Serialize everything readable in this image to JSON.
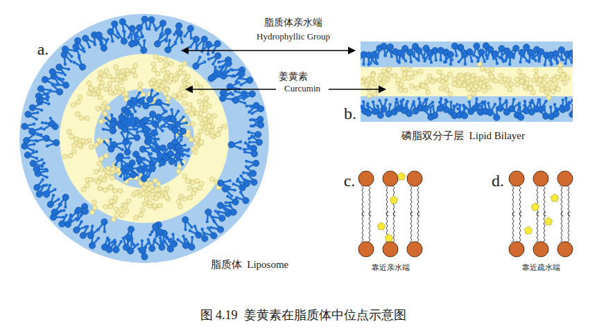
{
  "diagram": {
    "caption": "图 4.19  姜黄素在脂质体中位点示意图",
    "labels": [
      "a.",
      "脂质体亲水端",
      "Hydrophyllic Group",
      "姜黄素",
      "Curcumin",
      "b.",
      "磷脂双分子层  Lipid Bilayer",
      "脂质体  Liposome",
      "c.",
      "d.",
      "靠近亲水端",
      "靠近疏水端"
    ]
  }
}
